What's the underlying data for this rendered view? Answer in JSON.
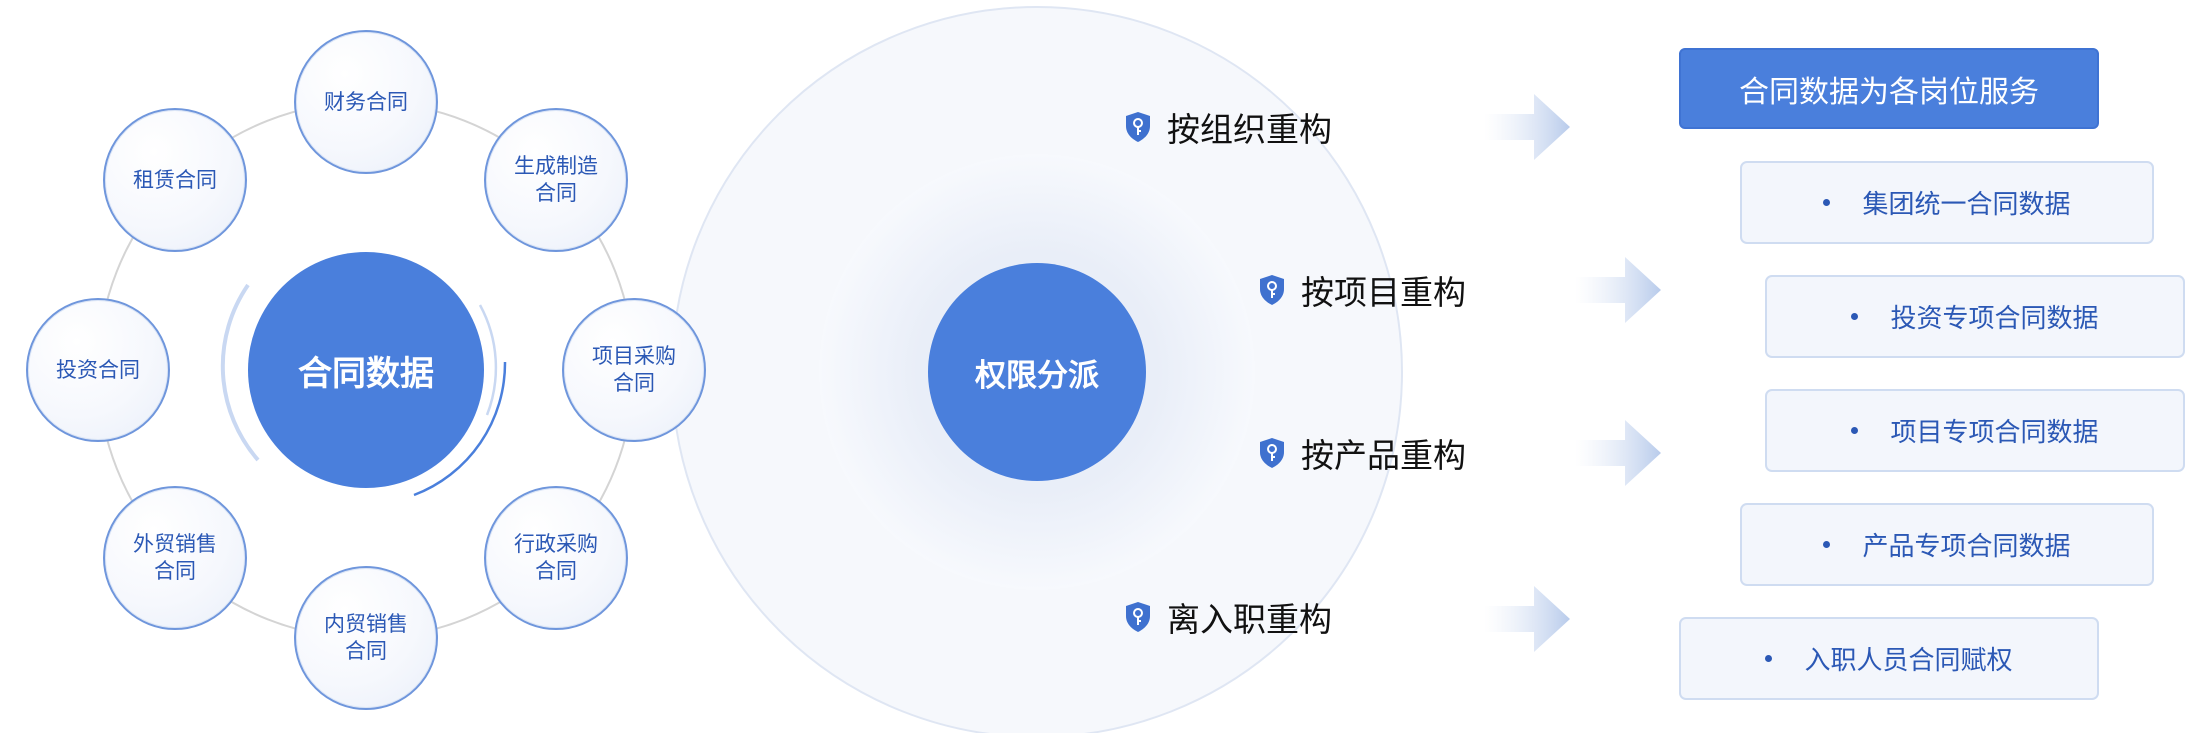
{
  "left_diagram": {
    "center_label": "合同数据",
    "nodes": [
      {
        "label": "财务合同"
      },
      {
        "label": "生成制造合同"
      },
      {
        "label": "项目采购合同"
      },
      {
        "label": "行政采购合同"
      },
      {
        "label": "内贸销售合同"
      },
      {
        "label": "外贸销售合同"
      },
      {
        "label": "投资合同"
      },
      {
        "label": "租赁合同"
      }
    ]
  },
  "middle": {
    "center_label": "权限分派",
    "items": [
      {
        "label": "按组织重构",
        "icon": "shield-key-icon"
      },
      {
        "label": "按项目重构",
        "icon": "shield-key-icon"
      },
      {
        "label": "按产品重构",
        "icon": "shield-key-icon"
      },
      {
        "label": "离入职重构",
        "icon": "shield-key-icon"
      }
    ]
  },
  "right": {
    "header": "合同数据为各岗位服务",
    "items": [
      {
        "label": "集团统一合同数据"
      },
      {
        "label": "投资专项合同数据"
      },
      {
        "label": "项目专项合同数据"
      },
      {
        "label": "产品专项合同数据"
      },
      {
        "label": "入职人员合同赋权"
      }
    ]
  },
  "colors": {
    "primary": "#4a7fdc",
    "text_blue": "#2b58b5",
    "box_bg": "#f3f6fc"
  }
}
